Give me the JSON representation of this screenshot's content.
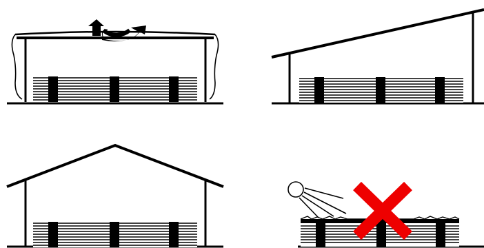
{
  "panels": [
    {
      "id": "tarp-cover",
      "icon": "tarp-covered-stack-icon"
    },
    {
      "id": "lean-to-shed",
      "icon": "lean-to-shed-icon"
    },
    {
      "id": "gable-roof-shed",
      "icon": "gable-roof-shed-icon"
    },
    {
      "id": "uncovered-in-sun",
      "icon": "uncovered-stack-in-sun-icon",
      "status": "not-recommended"
    }
  ],
  "colors": {
    "ink": "#000000",
    "background": "#ffffff",
    "forbidden_mark": "#ee0000"
  }
}
